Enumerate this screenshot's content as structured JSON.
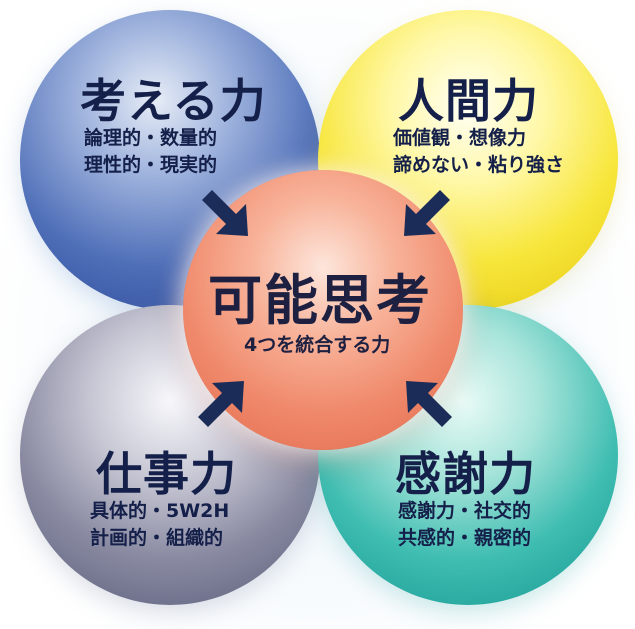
{
  "center": {
    "title": "可能思考",
    "subtitle": "4つを統合する力"
  },
  "nodes": {
    "think": {
      "title": "考える力",
      "lines": [
        "論理的・数量的",
        "理性的・現実的"
      ],
      "color": "#3d5ca8"
    },
    "human": {
      "title": "人間力",
      "lines": [
        "価値観・想像力",
        "諦めない・粘り強さ"
      ],
      "color": "#f2dd2a"
    },
    "work": {
      "title": "仕事力",
      "lines": [
        "具体的・5W2H",
        "計画的・組織的"
      ],
      "color": "#747892"
    },
    "thanks": {
      "title": "感謝力",
      "lines": [
        "感謝力・社交的",
        "共感的・親密的"
      ],
      "color": "#2fb1a8"
    }
  },
  "colors": {
    "arrow": "#1b2c59",
    "center": "#ec7f60",
    "text": "#15204a"
  },
  "icons": {
    "arrow": "arrow-pointing-to-center-icon"
  }
}
